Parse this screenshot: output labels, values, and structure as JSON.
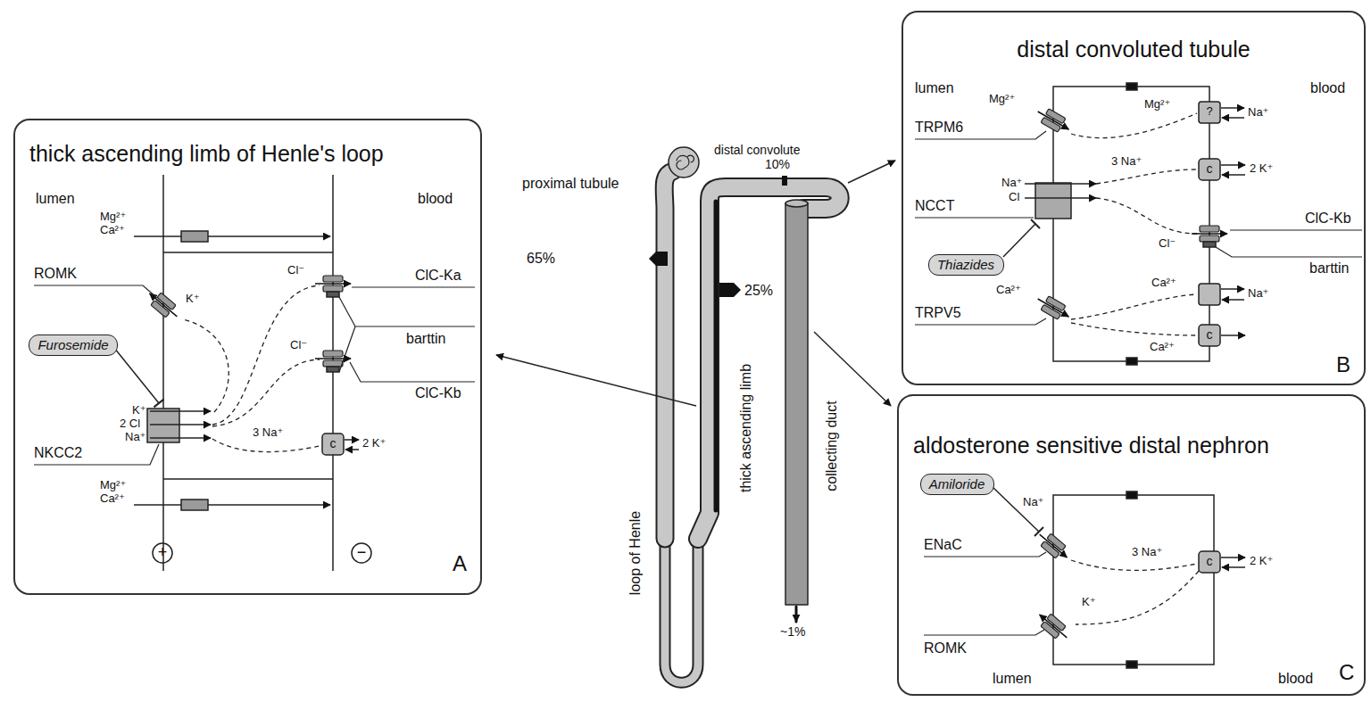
{
  "diagram": {
    "nodes": [
      {
        "text": [
          "thick ascending limb of Henle's loop"
        ]
      },
      {
        "text": [
          "Furosemide"
        ],
        "in": 0
      },
      {
        "text": [
          "distal convoluted tubule"
        ]
      },
      {
        "text": [
          "Thiazides"
        ],
        "in": 2
      },
      {
        "text": [
          "aldosterone sensitive distal nephron"
        ]
      },
      {
        "text": [
          "Amiloride"
        ],
        "in": 4
      }
    ],
    "labels": [
      "lumen",
      "blood",
      "Mg²⁺",
      "Ca²⁺",
      "ROMK",
      "K⁺",
      "Cl⁻",
      "Cl⁻",
      "ClC-Ka",
      "barttin",
      "ClC-Kb",
      "K⁺",
      "2 Cl",
      "Na⁺",
      "NKCC2",
      "3 Na⁺",
      "c",
      "2 K⁺",
      "Mg²⁺",
      "Ca²⁺",
      "+",
      "−",
      "A",
      "proximal tubule",
      "65%",
      "distal convolute",
      "10%",
      "25%",
      "loop of Henle",
      "thick ascending limb",
      "collecting duct",
      "~1%",
      "lumen",
      "blood",
      "Mg²⁺",
      "TRPM6",
      "Mg²⁺",
      "?",
      "Na⁺",
      "Na⁺",
      "Cl",
      "NCCT",
      "3 Na⁺",
      "c",
      "2 K⁺",
      "Cl⁻",
      "ClC-Kb",
      "barttin",
      "Ca²⁺",
      "TRPV5",
      "Ca²⁺",
      "Na⁺",
      "Ca²⁺",
      "c",
      "B",
      "Na⁺",
      "ENaC",
      "3 Na⁺",
      "c",
      "2 K⁺",
      "K⁺",
      "ROMK",
      "lumen",
      "blood",
      "C"
    ]
  }
}
